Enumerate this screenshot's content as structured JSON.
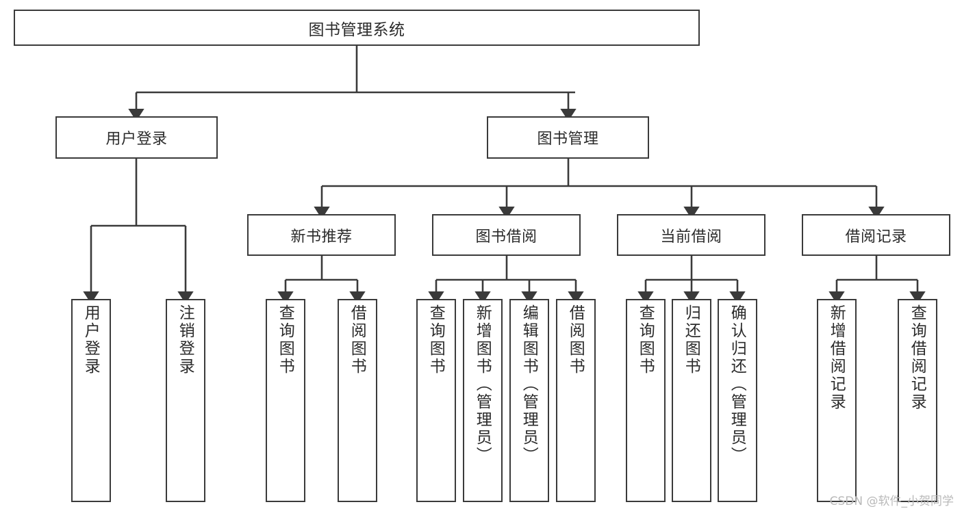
{
  "diagram": {
    "type": "tree",
    "title": "图书管理系统",
    "watermark": "CSDN @软件_小贺同学",
    "colors": {
      "background": "#ffffff",
      "box_border": "#3a3a3a",
      "box_fill": "#ffffff",
      "text": "#2b2b2b",
      "connector": "#3a3a3a",
      "watermark": "#b9b9b9"
    },
    "nodes": {
      "root": {
        "label": "图书管理系统"
      },
      "level1": [
        {
          "label": "用户登录"
        },
        {
          "label": "图书管理"
        }
      ],
      "level2": [
        {
          "label": "新书推荐"
        },
        {
          "label": "图书借阅"
        },
        {
          "label": "当前借阅"
        },
        {
          "label": "借阅记录"
        }
      ],
      "leaves_user_login": [
        {
          "label": "用户登录"
        },
        {
          "label": "注销登录"
        }
      ],
      "leaves_new_book": [
        {
          "label": "查询图书"
        },
        {
          "label": "借阅图书"
        }
      ],
      "leaves_borrow": [
        {
          "label": "查询图书"
        },
        {
          "label": "新增图书（管理员）"
        },
        {
          "label": "编辑图书（管理员）"
        },
        {
          "label": "借阅图书"
        }
      ],
      "leaves_current": [
        {
          "label": "查询图书"
        },
        {
          "label": "归还图书"
        },
        {
          "label": "确认归还（管理员）"
        }
      ],
      "leaves_records": [
        {
          "label": "新增借阅记录"
        },
        {
          "label": "查询借阅记录"
        }
      ]
    }
  }
}
